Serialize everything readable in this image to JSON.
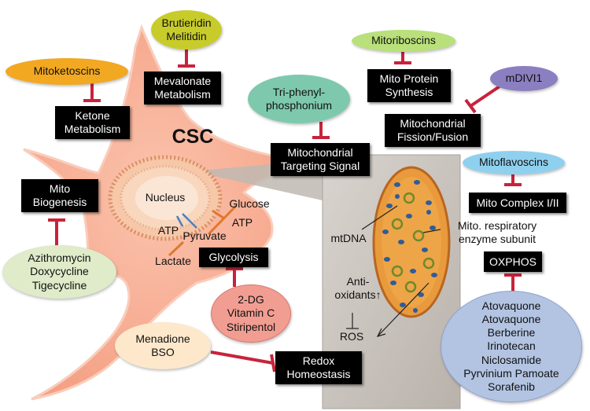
{
  "cell": {
    "label": "CSC"
  },
  "nucleus": {
    "label": "Nucleus"
  },
  "metabolites": {
    "glucose": "Glucose",
    "atp_left": "ATP",
    "atp_right": "ATP",
    "pyruvate": "Pyruvate",
    "lactate": "Lactate"
  },
  "mito_labels": {
    "mtdna": "mtDNA",
    "subunit": [
      "Mito. respiratory",
      "enzyme subunit"
    ],
    "antioxidants": [
      "Anti-",
      "oxidants↑"
    ],
    "ros": "ROS"
  },
  "processes": {
    "mevalonate": [
      "Mevalonate",
      "Metabolism"
    ],
    "ketone": [
      "Ketone",
      "Metabolism"
    ],
    "mito_biogenesis": [
      "Mito",
      "Biogenesis"
    ],
    "mito_targeting": [
      "Mitochondrial",
      "Targeting Signal"
    ],
    "mito_protein": [
      "Mito Protein",
      "Synthesis"
    ],
    "fission_fusion": [
      "Mitochondrial",
      "Fission/Fusion"
    ],
    "complex": [
      "Mito Complex I/II"
    ],
    "oxphos": [
      "OXPHOS"
    ],
    "glycolysis": [
      "Glycolysis"
    ],
    "redox": [
      "Redox",
      "Homeostasis"
    ]
  },
  "inhibitors": {
    "brutieridin": [
      "Brutieridin",
      "Melitidin"
    ],
    "mitoketoscins": [
      "Mitoketoscins"
    ],
    "antibiotics": [
      "Azithromycin",
      "Doxycycline",
      "Tigecycline"
    ],
    "triphenyl": [
      "Tri-phenyl-",
      "phosphonium"
    ],
    "mitoriboscins": [
      "Mitoriboscins"
    ],
    "mdivi1": [
      "mDIVI1"
    ],
    "mitoflavoscins": [
      "Mitoflavoscins"
    ],
    "glycolysis_inhibitors": [
      "2-DG",
      "Vitamin C",
      "Stiripentol"
    ],
    "redox_inhibitors": [
      "Menadione",
      "BSO"
    ],
    "oxphos_inhibitors": [
      "Atovaquone",
      "Atovaquone",
      "Berberine",
      "Irinotecan",
      "Niclosamide",
      "Pyrvinium Pamoate",
      "Sorafenib"
    ]
  },
  "colors": {
    "cell_fill": "#f6a98c",
    "cell_edge": "#f7c4b0",
    "inhibition": "#c8233b",
    "mito_panel": "#c9c3bd",
    "mito_fill": "#e9963a",
    "mito_edge": "#c06a22",
    "oval_olive": "#c8cc2a",
    "oval_orange": "#f2a821",
    "oval_lightgreen": "#dfebc9",
    "oval_teal": "#7ec9ad",
    "oval_lime": "#b9e07b",
    "oval_purple": "#8b7fc2",
    "oval_sky": "#8fd0ee",
    "oval_salmon": "#f29d92",
    "oval_peach": "#fde8cc",
    "oval_blue": "#b3c4e3"
  }
}
